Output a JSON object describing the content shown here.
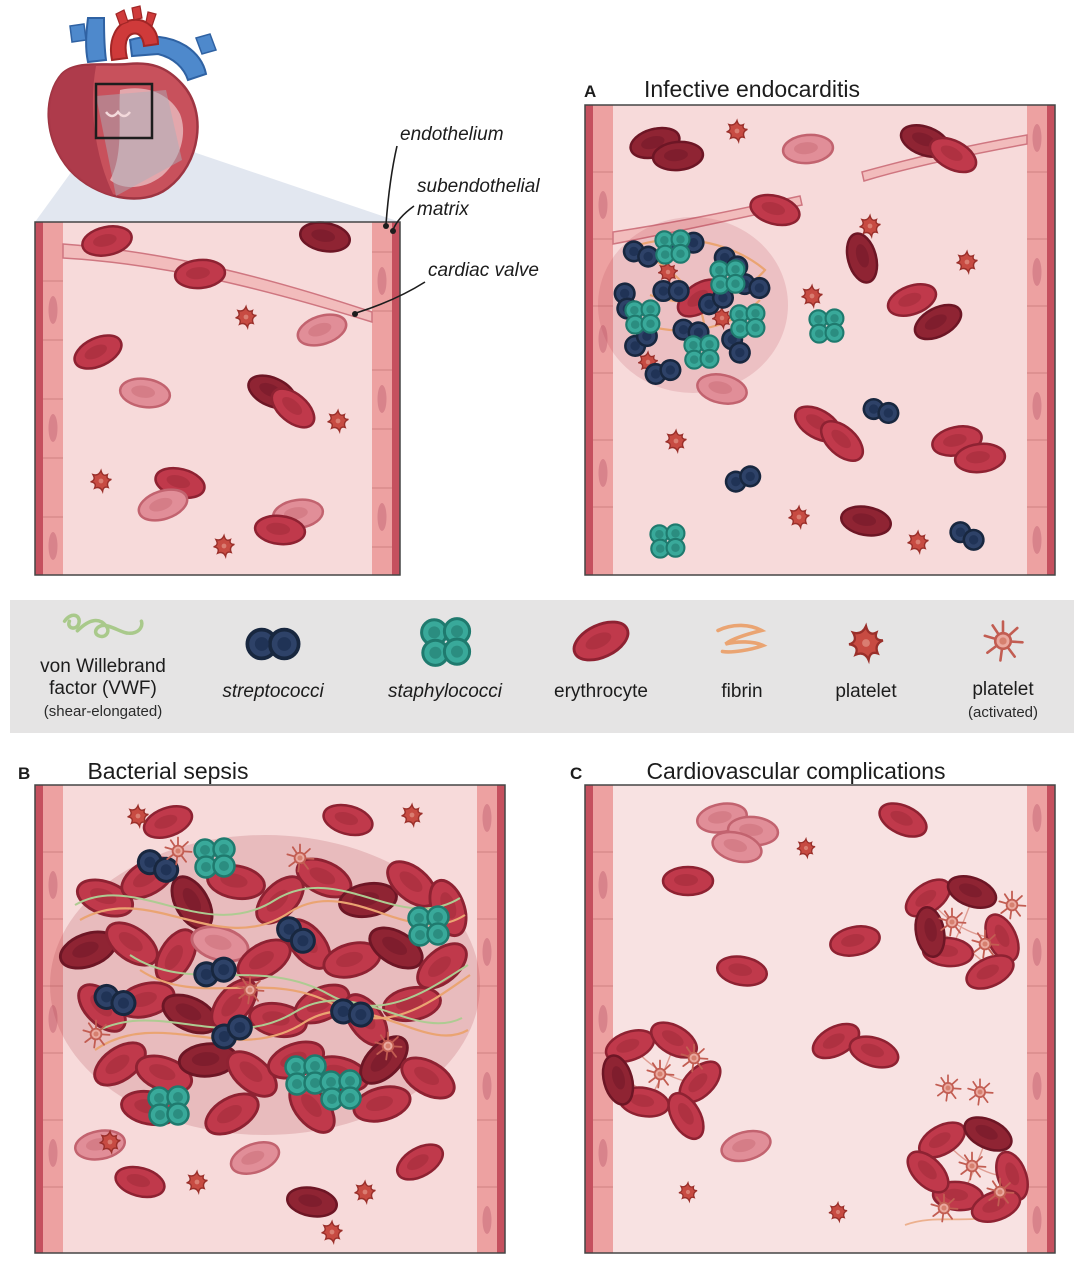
{
  "figure": {
    "intro_labels": {
      "endothelium": "endothelium",
      "subendothelial_1": "subendothelial",
      "subendothelial_2": "matrix",
      "cardiac_valve": "cardiac valve"
    },
    "panel_a": {
      "letter": "A",
      "title": "Infective endocarditis"
    },
    "panel_b": {
      "letter": "B",
      "title": "Bacterial sepsis"
    },
    "panel_c": {
      "letter": "C",
      "title": "Cardiovascular complications"
    },
    "legend": {
      "vwf_1": "von Willebrand",
      "vwf_2": "factor (VWF)",
      "vwf_sub": "(shear-elongated)",
      "streptococci": "streptococci",
      "staphylococci": "staphylococci",
      "erythrocyte": "erythrocyte",
      "fibrin": "fibrin",
      "platelet": "platelet",
      "platelet_activated": "platelet",
      "platelet_activated_sub": "(activated)"
    },
    "colors": {
      "erythrocyte": "#c0394b",
      "erythrocyte_dark": "#8f2433",
      "erythrocyte_light": "#e18e98",
      "streptococci": "#2e4268",
      "staphylococci": "#39a99a",
      "platelet": "#c74b42",
      "fibrin": "#eaa472",
      "vwf": "#a9c98b",
      "vessel_wall": "#eda1a1",
      "vessel_wall_edge": "#c5505e",
      "lumen": "#f7dada",
      "legend_background": "#e5e4e4"
    }
  }
}
